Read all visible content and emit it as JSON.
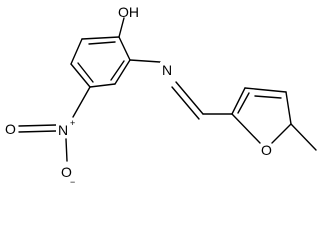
{
  "molecule": {
    "atoms": {
      "hydroxyl": "OH",
      "imine_nitrogen": "N",
      "nitro_nitrogen": "N",
      "nitro_oxygen_top": "O",
      "nitro_oxygen_bottom": "O",
      "furan_oxygen": "O"
    },
    "charges": {
      "nitro_nitrogen": "+",
      "nitro_oxygen_bottom": "−"
    }
  }
}
